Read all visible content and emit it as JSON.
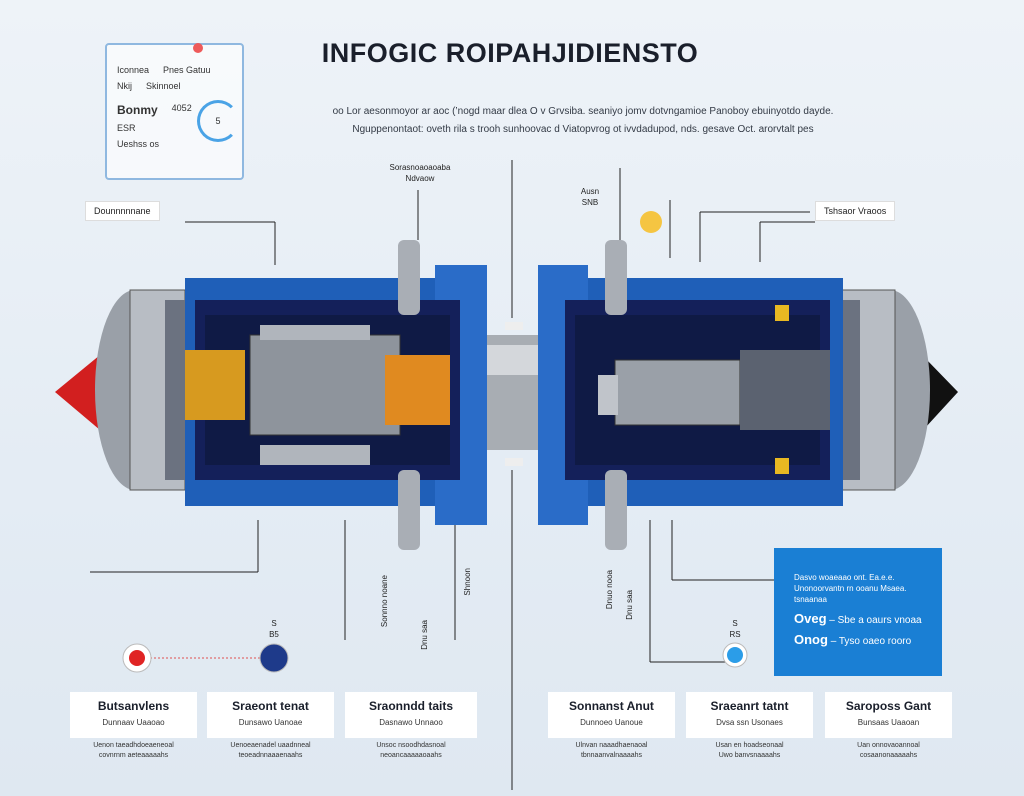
{
  "title": "INFOGIC ROIPAHJIDIENSTO",
  "description": [
    "oo Lor aesonmoyor ar aoc (’nogd maar dlea O v Grvsiba. seaniyo jomv dotvngamioe Panoboy ebuinyotdo dayde.",
    "Nguppenontaot: oveth rila s trooh sunhoovac d Viatopvrog ot ivvdadupod, nds. gesave Oct. arorvtalt pes"
  ],
  "info_card": {
    "rows": [
      [
        "Iconnea",
        "Pnes Gatuu"
      ],
      [
        "Nkij",
        "Skinnoel"
      ]
    ],
    "value_label": "Bonmy",
    "value": "4052",
    "sub": "ESR",
    "footer": "Ueshss os",
    "gauge_text": "5"
  },
  "callouts": {
    "left_box": "Dounnnnnane",
    "right_box": "Tshsaor Vraoos",
    "top_center": [
      "Sorasnoaoaoaba",
      "Ndvaow"
    ],
    "top_right": [
      "Ausn",
      "SNB"
    ]
  },
  "vertical_labels": [
    "Sonnno noane",
    "Dnu saa",
    "Shnoon",
    "Dnuo nooa",
    "Dnu saa"
  ],
  "indicators": {
    "left_red": "#e02424",
    "left_navy": "#1e3a8a",
    "right_light": "#2b9de8",
    "top_yellow": "#f5c542",
    "navy_label": [
      "S",
      "B5"
    ],
    "light_label": [
      "S",
      "RS"
    ]
  },
  "blue_box": {
    "text": "Dasvo woaeaao ont. Ea.e.e. Unonoorvantn rn ooanu Msaea. tsnaanaa",
    "keys": [
      {
        "key": "Oveg",
        "text": "Sbe a oaurs vnoaa"
      },
      {
        "key": "Onog",
        "text": "Tyso oaeo rooro"
      }
    ]
  },
  "cards": [
    {
      "title": "Butsanvlens",
      "sub": "Dunnaav  Uaaoao",
      "desc": [
        "Uenon taeadhdoeaeneoal",
        "covnrnm aeteaaaaahs"
      ]
    },
    {
      "title": "Sraeont tenat",
      "sub": "Dunsawo  Uanoae",
      "desc": [
        "Uenoeaenadel uaadnneal",
        "teoeadnnaaaenaahs"
      ]
    },
    {
      "title": "Sraonndd taits",
      "sub": "Dasnawo  Unnaoo",
      "desc": [
        "Unsoc nsoodhdasnoal",
        "neoancaaaaaoaahs"
      ]
    },
    {
      "title": "Sonnanst Anut",
      "sub": "Dunnoeo  Uanoue",
      "desc": [
        "Ulnvan naaadhaenaoal",
        "tbnnaanvalnaaaahs"
      ]
    },
    {
      "title": "Sraeanrt tatnt",
      "sub": "Dvsa ssn  Usonaes",
      "desc": [
        "Usan en hoadseonaal",
        "Uwo banvsnaaaahs"
      ]
    },
    {
      "title": "Saroposs Gant",
      "sub": "Bunsaas  Uaaoan",
      "desc": [
        "Uan onnovaoannoal",
        "cosaanonaaaaahs"
      ]
    }
  ]
}
